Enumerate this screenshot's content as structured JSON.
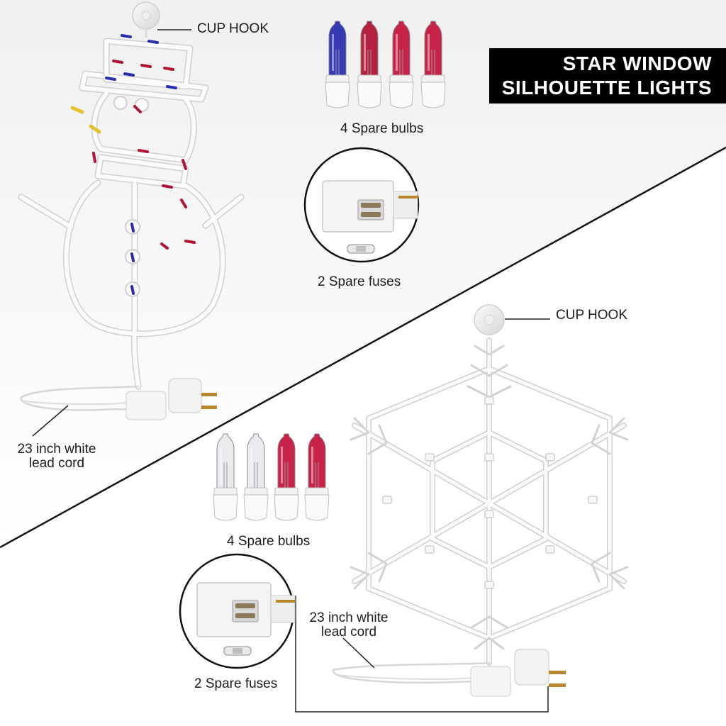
{
  "title": {
    "line1": "STAR WINDOW",
    "line2": "SILHOUETTE LIGHTS"
  },
  "snowman": {
    "cup_hook_label": "CUP HOOK",
    "spare_bulbs_label": "4 Spare bulbs",
    "spare_fuses_label": "2 Spare fuses",
    "lead_cord_label": "23 inch white\nlead cord",
    "bulb_colors": [
      "#2a2fb0",
      "#b01435",
      "#c4173f",
      "#c4173f"
    ]
  },
  "snowflake": {
    "cup_hook_label": "CUP HOOK",
    "spare_bulbs_label": "4 Spare bulbs",
    "spare_fuses_label": "2 Spare fuses",
    "lead_cord_label": "23 inch white\nlead cord",
    "bulb_colors": [
      "#e9e9ee",
      "#e9e9ee",
      "#c4173f",
      "#c4173f"
    ]
  },
  "colors": {
    "title_bg": "#000000",
    "title_text": "#ffffff",
    "frame_white": "#fbfbfb",
    "frame_outline": "#cfcfd4"
  }
}
